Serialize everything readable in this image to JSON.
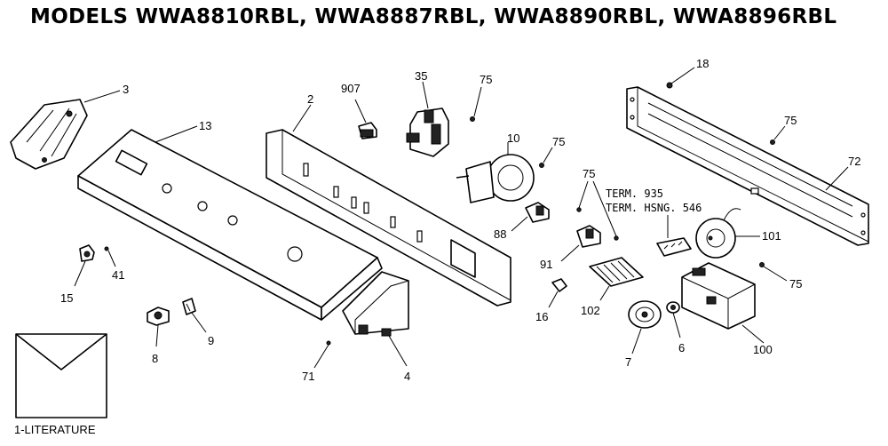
{
  "title": "MODELS WWA8810RBL, WWA8887RBL, WWA8890RBL, WWA8896RBL",
  "callouts": {
    "p3": "3",
    "p13": "13",
    "p2": "2",
    "p907": "907",
    "p35": "35",
    "p75a": "75",
    "p10": "10",
    "p75b": "75",
    "p18": "18",
    "p75c": "75",
    "p72": "72",
    "p75d": "75",
    "p88": "88",
    "p91": "91",
    "p101": "101",
    "p15": "15",
    "p41": "41",
    "p8": "8",
    "p9": "9",
    "p71": "71",
    "p4": "4",
    "p16": "16",
    "p102": "102",
    "p7": "7",
    "p6": "6",
    "p100": "100",
    "p75e": "75"
  },
  "term_935": "TERM. 935",
  "term_hsng_546": "TERM. HSNG. 546",
  "literature": "1-LITERATURE"
}
